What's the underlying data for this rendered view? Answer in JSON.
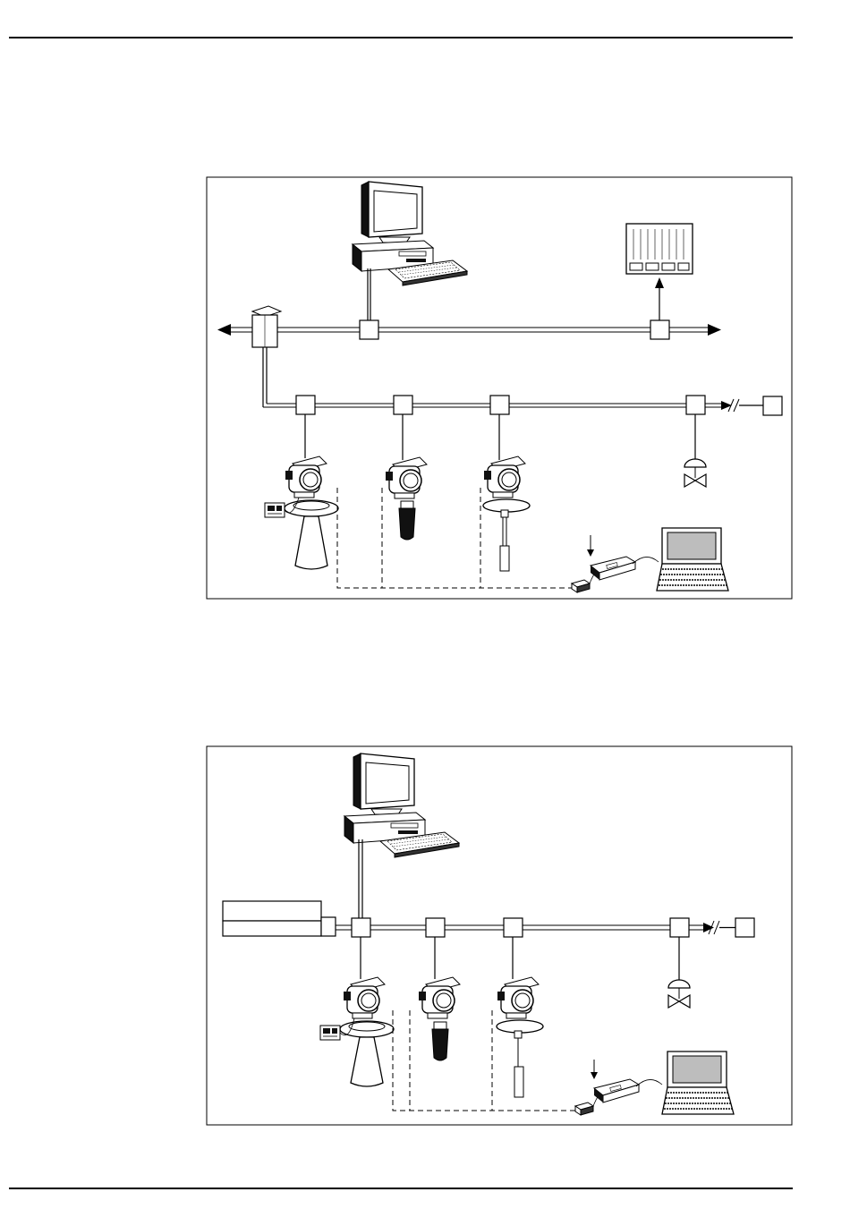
{
  "page": {
    "figures": [
      {
        "id": "figure-1",
        "components": [
          "computer-workstation",
          "plc-rack",
          "segment-coupler",
          "bus-junction",
          "level-sensor-horn",
          "level-sensor-rod-short",
          "level-sensor-rod-long",
          "control-valve",
          "commubox-adapter",
          "laptop"
        ]
      },
      {
        "id": "figure-2",
        "components": [
          "computer-workstation",
          "power-supply-unit",
          "bus-junction",
          "level-sensor-horn",
          "level-sensor-rod-short",
          "level-sensor-rod-long",
          "control-valve",
          "commubox-adapter",
          "laptop"
        ]
      }
    ]
  }
}
